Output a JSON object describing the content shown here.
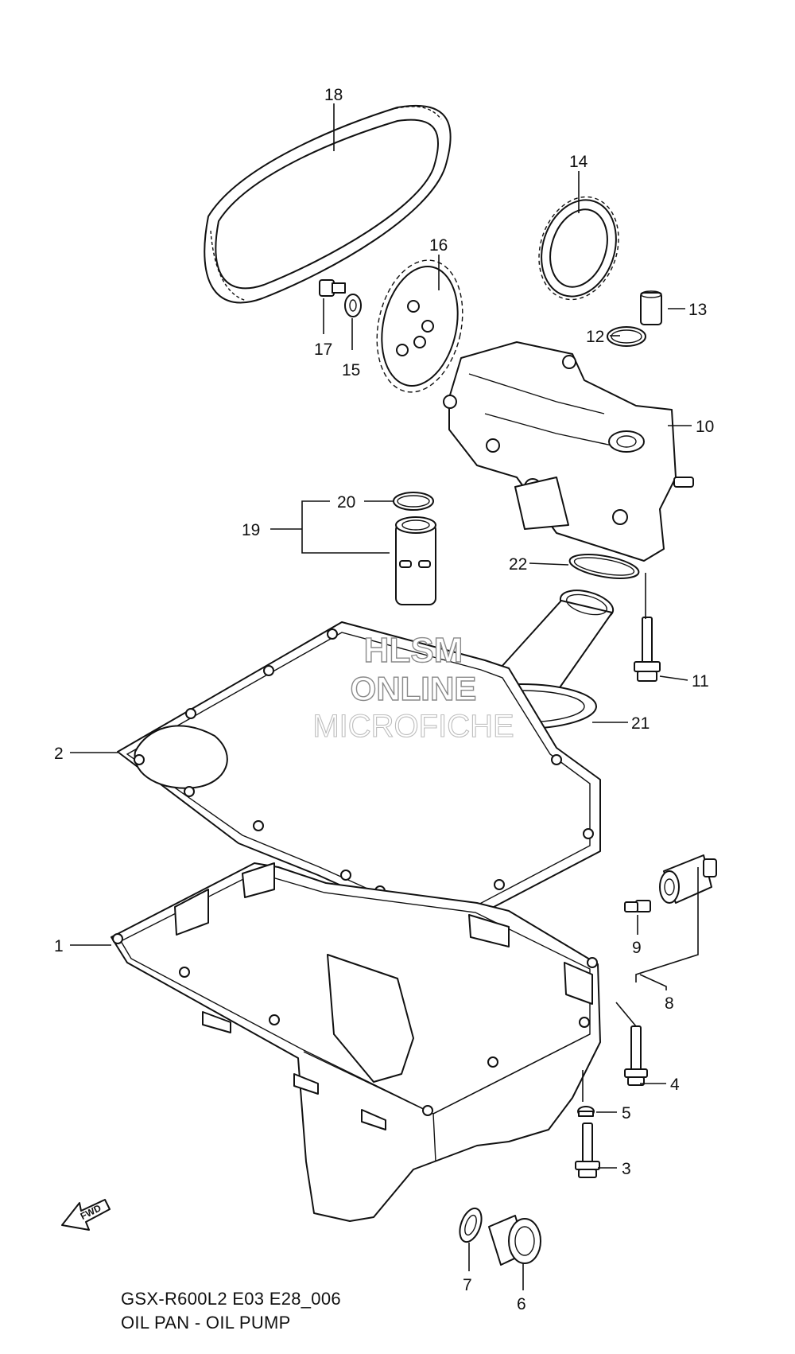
{
  "diagram": {
    "code": "GSX-R600L2 E03 E28_006",
    "title": "OIL PAN - OIL PUMP",
    "direction_label": "FWD",
    "watermark": [
      "HLSM",
      "ONLINE",
      "MICROFICHE"
    ],
    "callouts": [
      "1",
      "2",
      "3",
      "4",
      "5",
      "6",
      "7",
      "8",
      "9",
      "10",
      "11",
      "12",
      "13",
      "14",
      "15",
      "16",
      "17",
      "18",
      "19",
      "20",
      "21",
      "22"
    ]
  }
}
